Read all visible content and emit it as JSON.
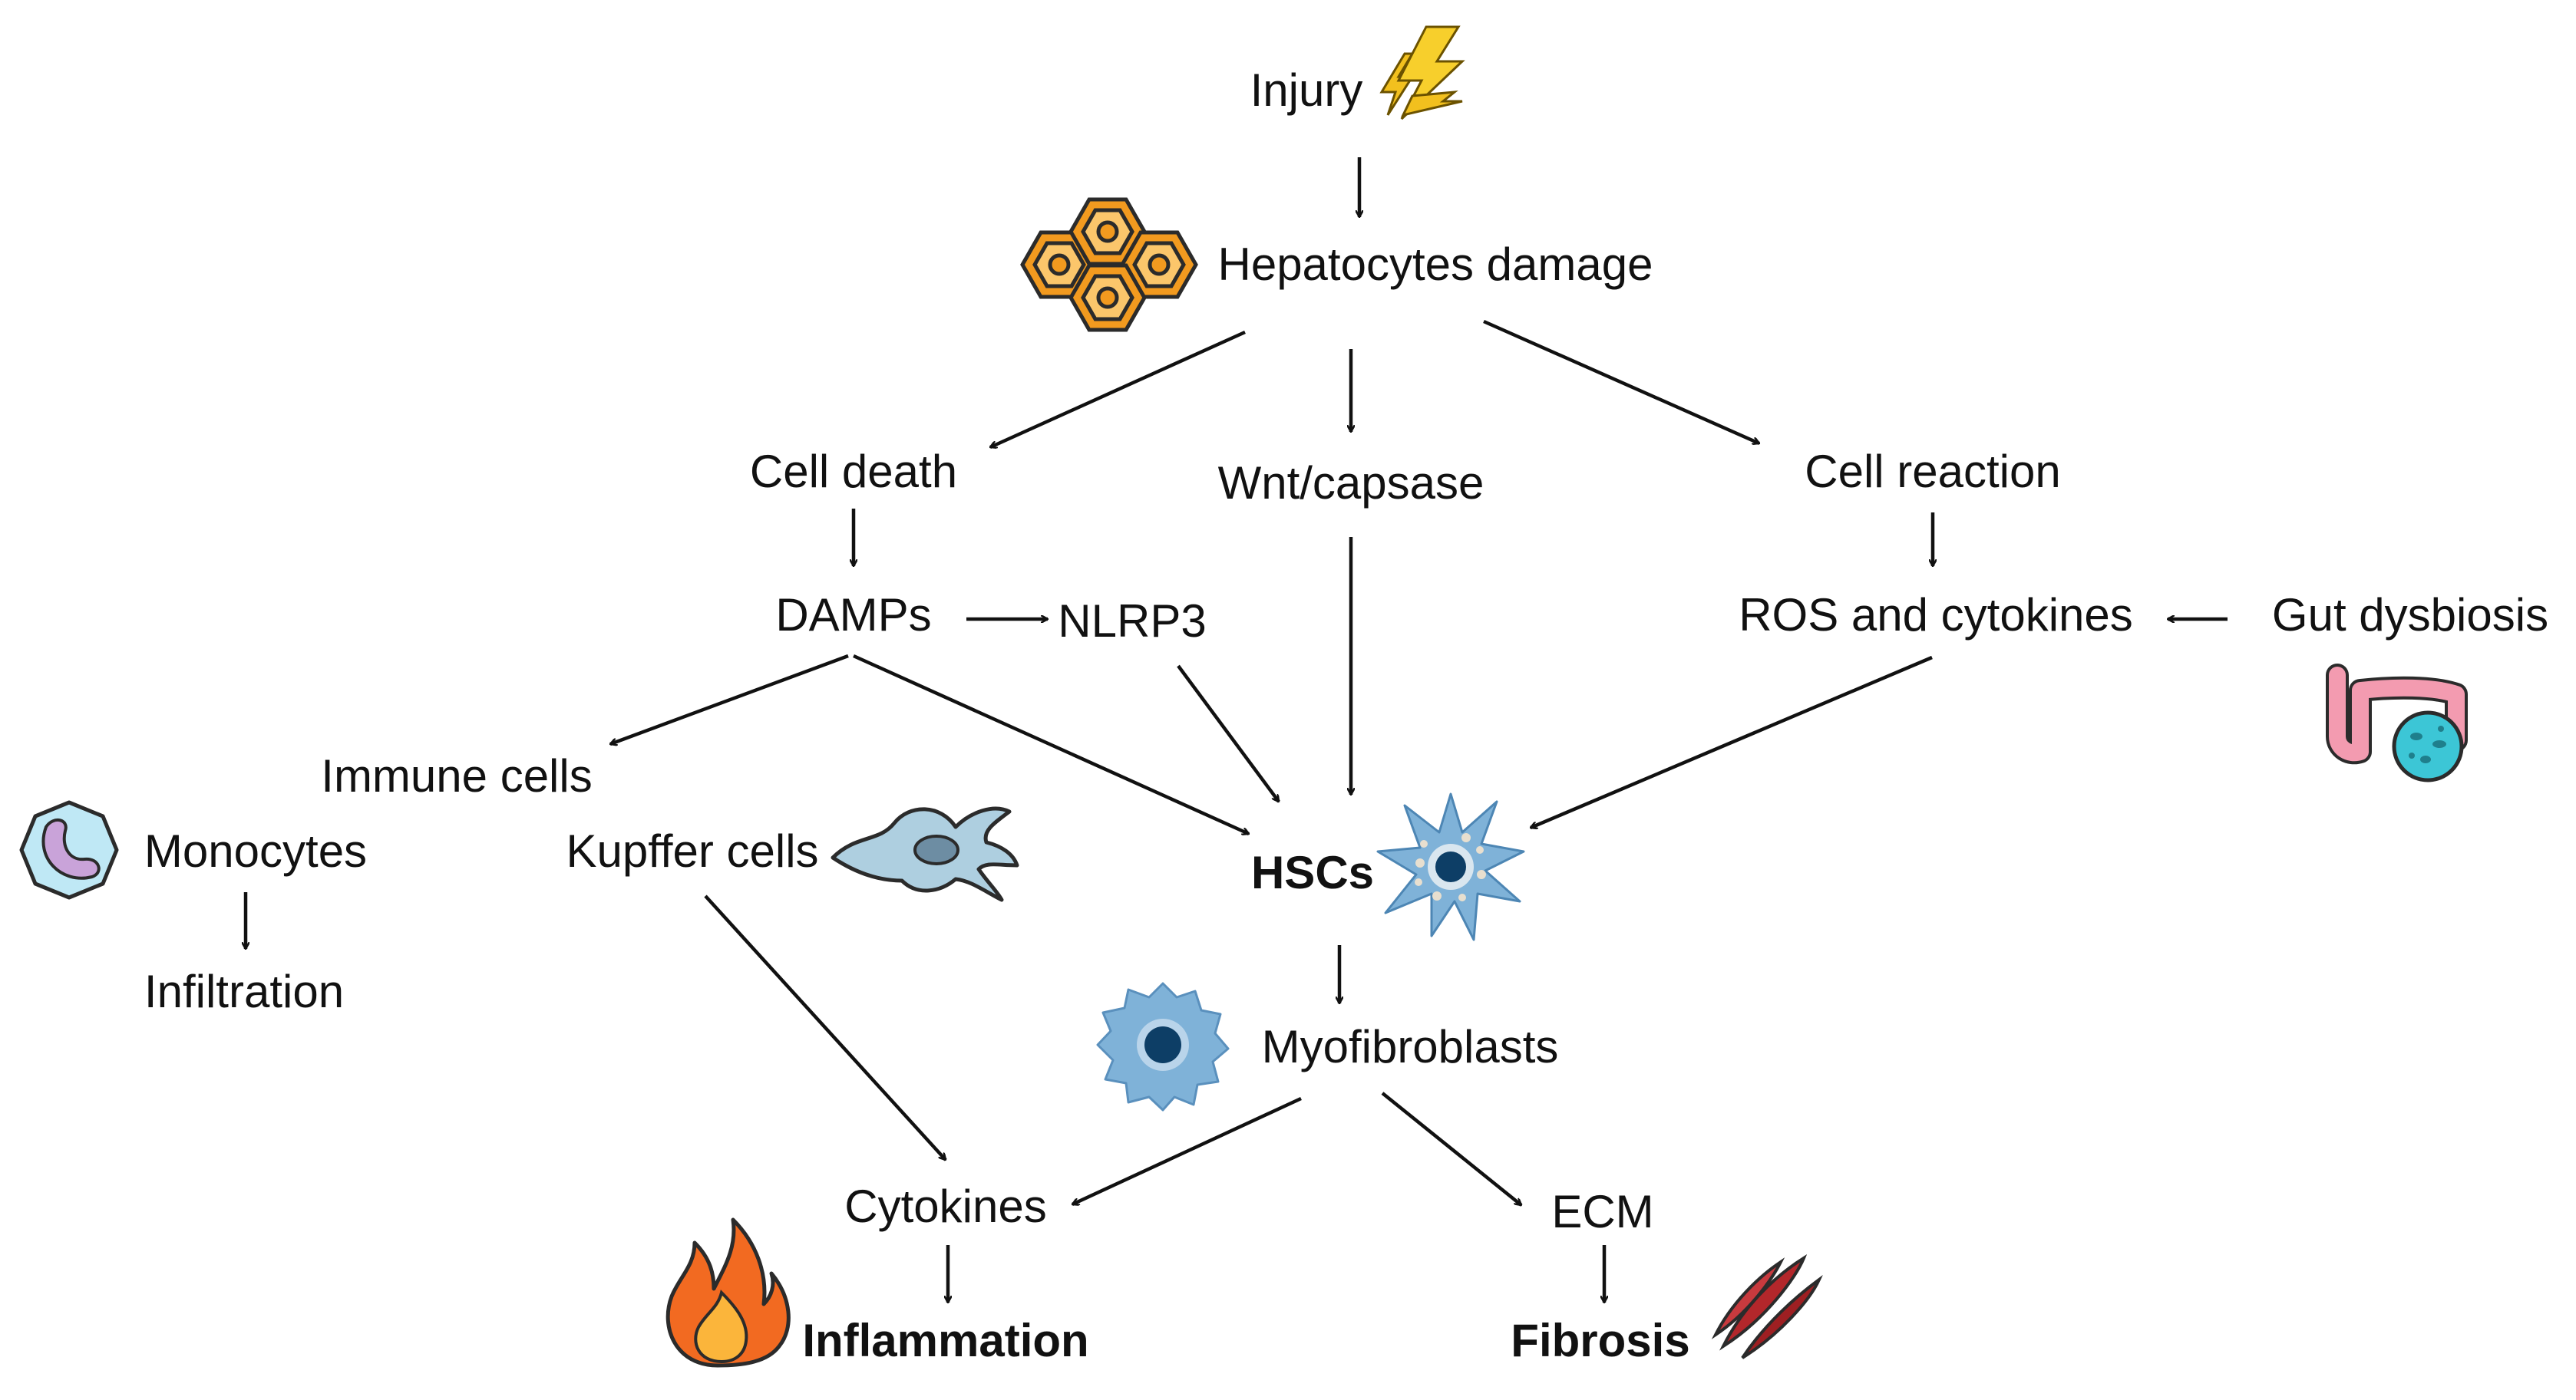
{
  "nodes": {
    "injury": "Injury",
    "hepatocytes_damage": "Hepatocytes damage",
    "cell_death": "Cell death",
    "wnt_capsase": "Wnt/capsase",
    "cell_reaction": "Cell reaction",
    "damps": "DAMPs",
    "nlrp3": "NLRP3",
    "ros_cytokines": "ROS and cytokines",
    "gut_dysbiosis": "Gut dysbiosis",
    "immune_cells": "Immune cells",
    "monocytes": "Monocytes",
    "kupffer_cells": "Kupffer cells",
    "infiltration": "Infiltration",
    "hscs": "HSCs",
    "myofibroblasts": "Myofibroblasts",
    "cytokines": "Cytokines",
    "ecm": "ECM",
    "inflammation": "Inflammation",
    "fibrosis": "Fibrosis"
  },
  "icons": {
    "injury": "lightning-bolt-icon",
    "hepatocytes": "hepatocyte-cluster-icon",
    "monocyte": "monocyte-cell-icon",
    "kupffer": "kupffer-cell-icon",
    "hsc": "stellate-cell-icon",
    "gut": "intestine-bacteria-icon",
    "myofibroblast": "myofibroblast-cell-icon",
    "inflammation": "fire-icon",
    "fibrosis": "fibers-icon"
  },
  "colors": {
    "text": "#111111",
    "arrow": "#111111",
    "lightning": "#f2c01e",
    "hexagon_orange": "#f29a1f",
    "hexagon_dark": "#2b2b2b",
    "monocyte_fill": "#bfe8f5",
    "monocyte_nucleus": "#c9a3d9",
    "kupffer_fill": "#aecfe0",
    "hsc_fill": "#7fb2d8",
    "hsc_nucleus": "#0d3e66",
    "gut_pink": "#f39bb0",
    "gut_bacteria": "#3cc6d6",
    "fire_orange": "#f26a21",
    "fire_yellow": "#fbb53b",
    "fiber_red": "#b3272b"
  }
}
